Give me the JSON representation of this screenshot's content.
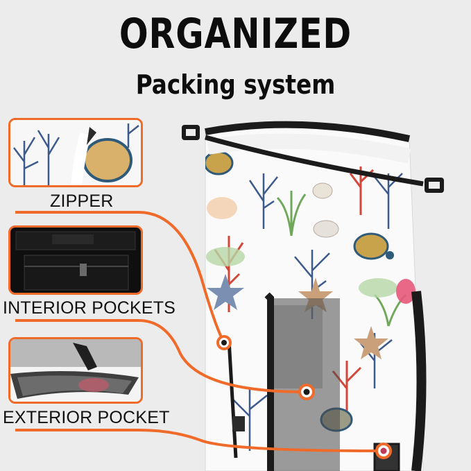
{
  "heading": {
    "title": "ORGANIZED",
    "subtitle": "Packing system"
  },
  "features": [
    {
      "label": "ZIPPER",
      "icon": "zipper-closeup-photo"
    },
    {
      "label": "INTERIOR POCKETS",
      "icon": "interior-pockets-photo"
    },
    {
      "label": "EXTERIOR POCKET",
      "icon": "exterior-pocket-photo"
    }
  ],
  "colors": {
    "accent": "#f06a2a",
    "background": "#ececec",
    "text": "#111111"
  }
}
